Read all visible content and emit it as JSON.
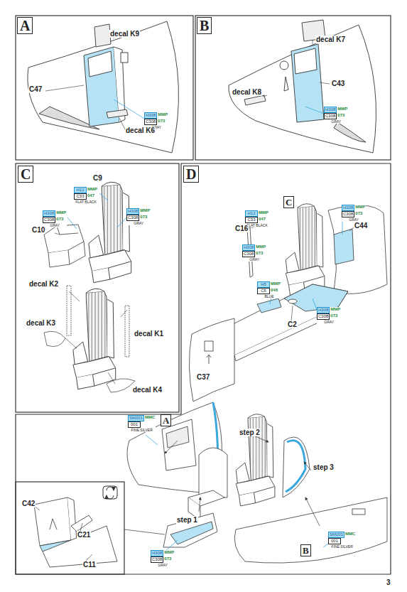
{
  "diagram": {
    "nodes": [
      {
        "text": [
          "A"
        ]
      },
      {
        "text": [
          "H308",
          "MMP",
          "C308",
          "073",
          "GRAY"
        ]
      },
      {
        "text": [
          "B"
        ]
      },
      {
        "text": [
          "H308",
          "MMP",
          "C308",
          "073",
          "GRAY"
        ]
      },
      {
        "text": [
          "C"
        ]
      },
      {
        "text": [
          "H12",
          "MMP",
          "C33",
          "047",
          "FLAT BLACK"
        ]
      },
      {
        "text": [
          "H308",
          "MMP",
          "C308",
          "073",
          "GRAY"
        ]
      },
      {
        "text": [
          "H308",
          "MMP",
          "C308",
          "073",
          "GRAY"
        ]
      },
      {
        "text": [
          "D"
        ]
      },
      {
        "text": [
          "C"
        ]
      },
      {
        "text": [
          "H308",
          "MMP",
          "C308",
          "073",
          "GRAY"
        ]
      },
      {
        "text": [
          "H12",
          "MMP",
          "C33",
          "047",
          "FLAT BLACK"
        ]
      },
      {
        "text": [
          "H308",
          "MMP",
          "C308",
          "073",
          "GRAY"
        ]
      },
      {
        "text": [
          "H5",
          "MMP",
          "C5",
          "048",
          "BLUE"
        ]
      },
      {
        "text": [
          "H308",
          "MMP",
          "C308",
          "073",
          "GRAY"
        ]
      },
      {
        "text": [
          "A"
        ]
      },
      {
        "text": [
          "SM201",
          "MMC",
          "001",
          "FINE SILVER"
        ]
      },
      {
        "text": [
          "B"
        ]
      },
      {
        "text": [
          "SM201",
          "MMC",
          "001",
          "FINE SILVER"
        ]
      },
      {
        "text": [
          "H308",
          "MMP",
          "C308",
          "073",
          "GRAY"
        ]
      }
    ],
    "labels": [
      "decal K9",
      "C47",
      "decal K6",
      "decal K7",
      "decal K8",
      "C43",
      "C9",
      "C10",
      "decal K2",
      "decal K3",
      "decal K1",
      "decal K4",
      "C16",
      "C44",
      "C2",
      "C37",
      "step 2",
      "step 3",
      "step 1",
      "C42",
      "C21",
      "C11",
      "3"
    ]
  }
}
